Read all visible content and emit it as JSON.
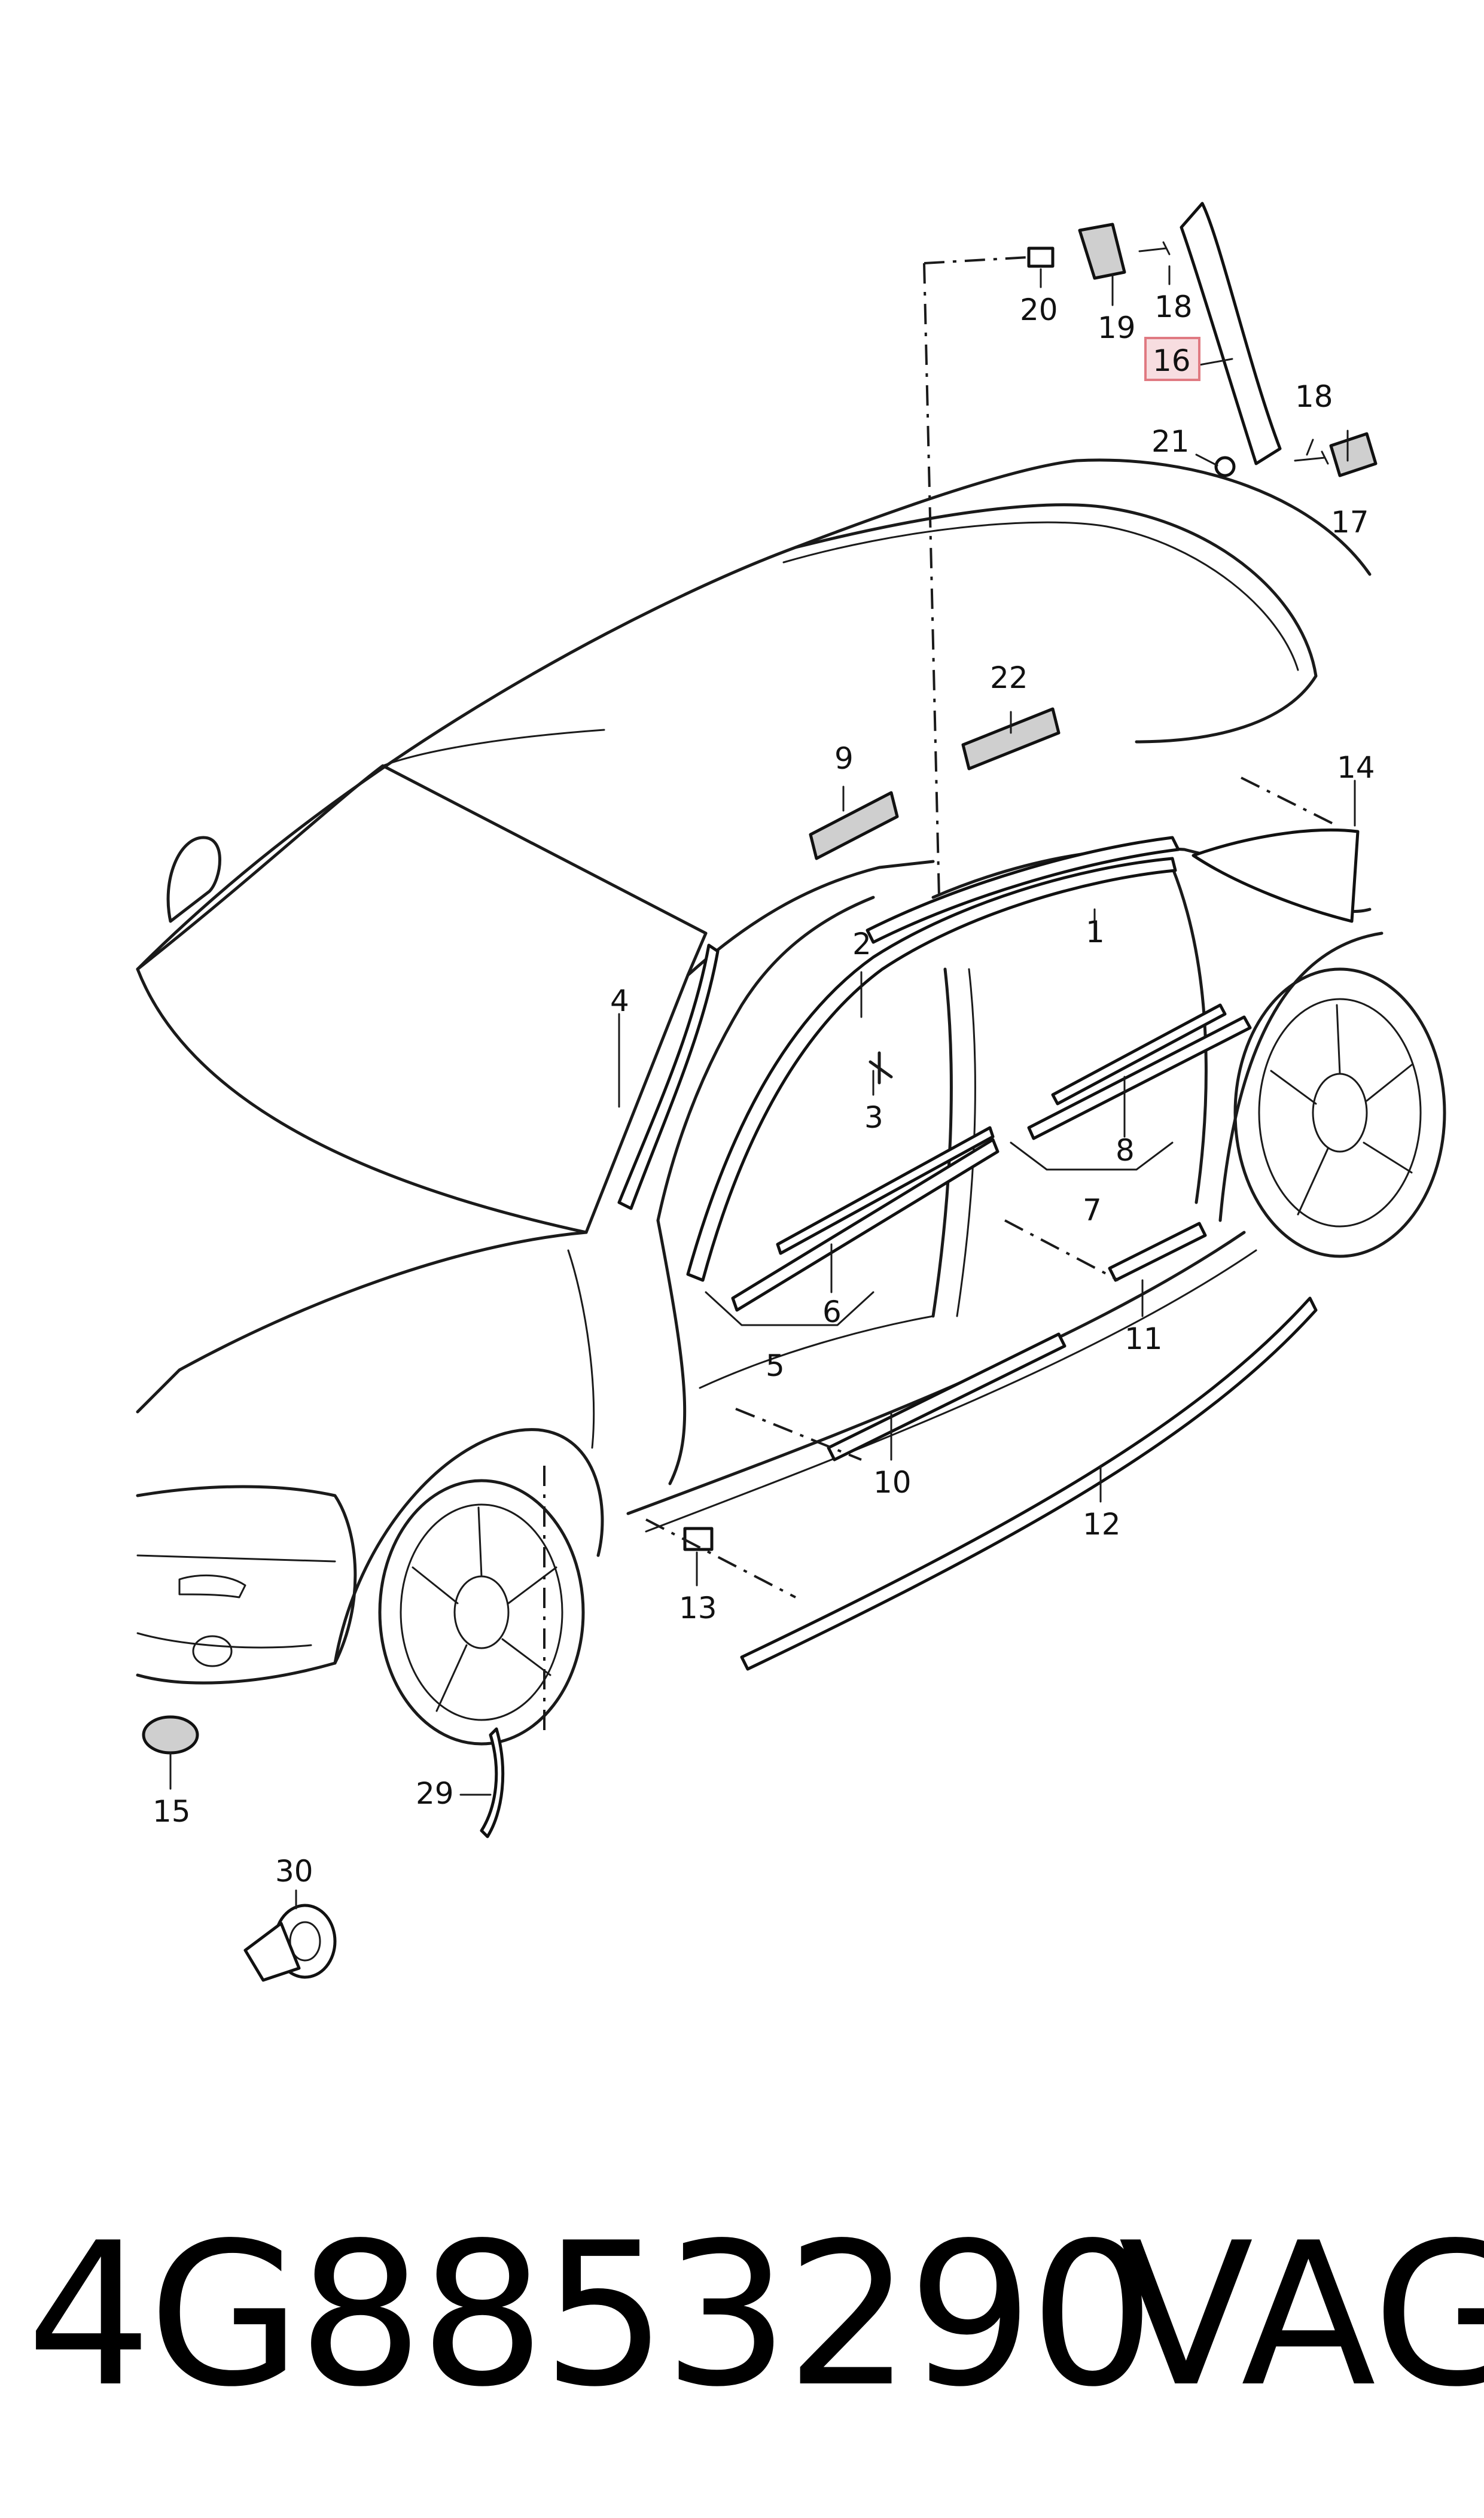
{
  "callouts": {
    "c1": "1",
    "c2": "2",
    "c3": "3",
    "c4": "4",
    "c5": "5",
    "c6": "6",
    "c7": "7",
    "c8": "8",
    "c9": "9",
    "c10": "10",
    "c11": "11",
    "c12": "12",
    "c13": "13",
    "c14": "14",
    "c15": "15",
    "c16": "16",
    "c17": "17",
    "c18a": "18",
    "c18b": "18",
    "c19": "19",
    "c20": "20",
    "c21": "21",
    "c22": "22",
    "c29": "29",
    "c30": "30"
  },
  "highlighted_callout": "16",
  "highlight_color": "#e07a82",
  "footer": {
    "part_number": "4G8853290",
    "brand": "VAG"
  }
}
